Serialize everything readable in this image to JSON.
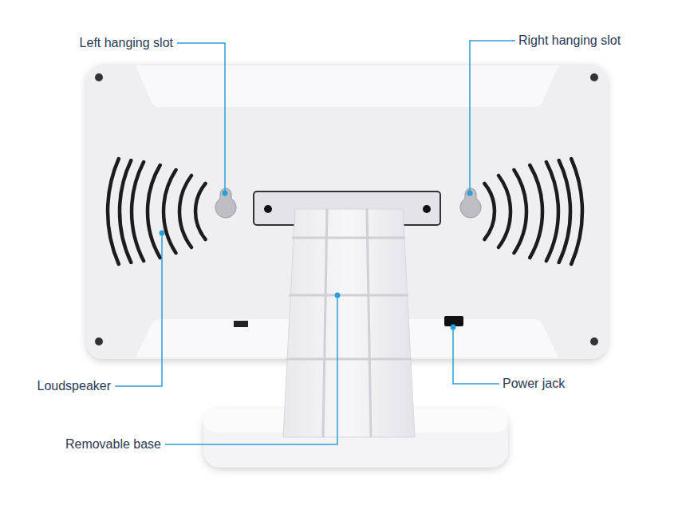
{
  "diagram": {
    "labels": [
      "Left hanging slot",
      "Right hanging slot",
      "Loudspeaker",
      "Power jack",
      "Removable base"
    ]
  }
}
